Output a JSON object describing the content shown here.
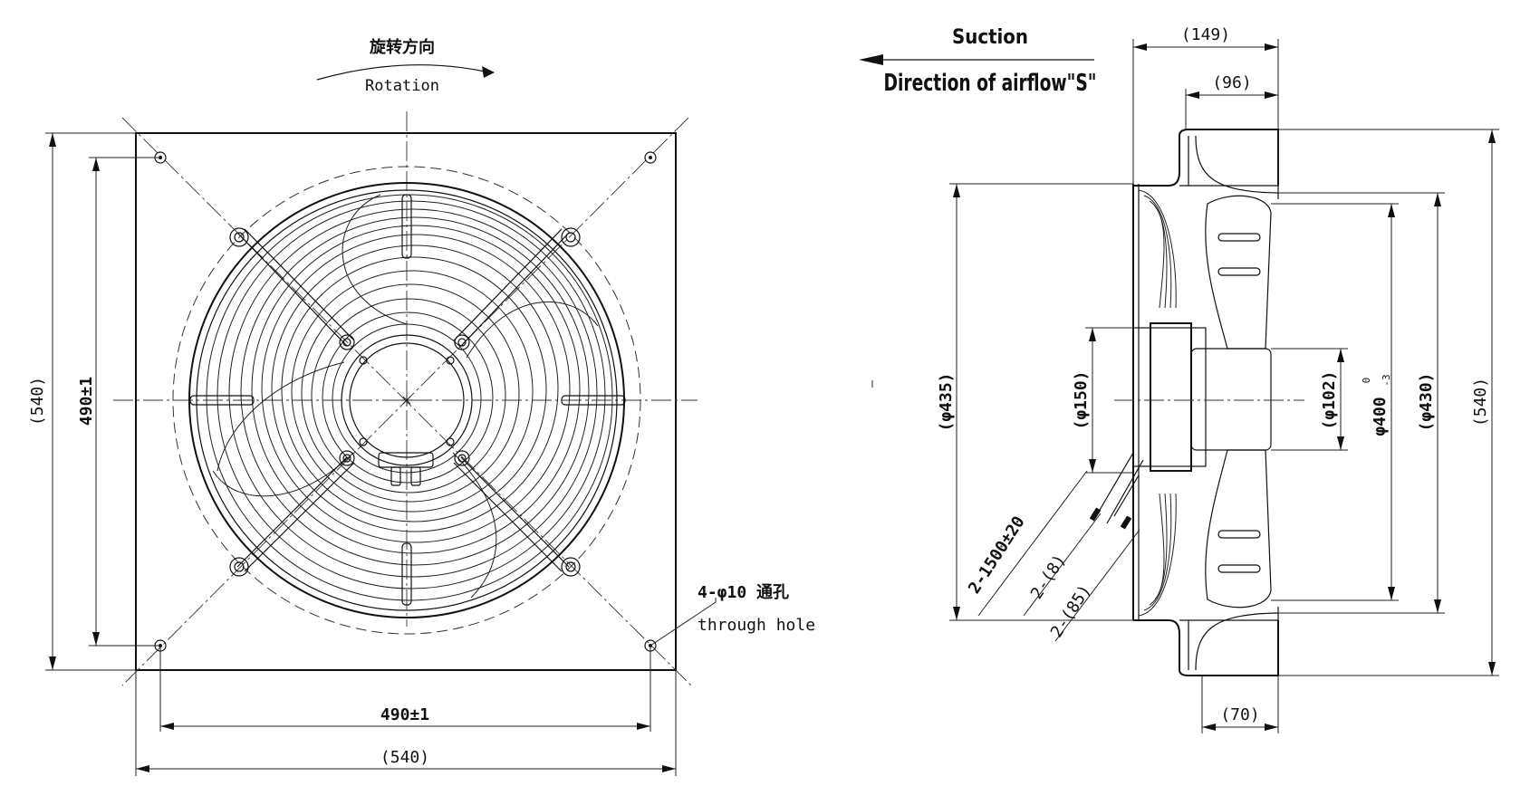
{
  "labels": {
    "rotation_cn": "旋转方向",
    "rotation_en": "Rotation",
    "suction": "Suction",
    "airflow": "Direction of airflow\"S\"",
    "hole_cn": "4-φ10 通孔",
    "hole_en": "through hole"
  },
  "front_view": {
    "dim_height_overall": "(540)",
    "dim_height_holes": "490±1",
    "dim_width_holes": "490±1",
    "dim_width_overall": "(540)"
  },
  "side_view": {
    "dim_149": "(149)",
    "dim_96": "(96)",
    "dim_70": "(70)",
    "dim_435": "(φ435)",
    "dim_150": "(φ150)",
    "dim_102": "(φ102)",
    "dim_400": "φ400",
    "dim_400_tol_upper": "0",
    "dim_400_tol_lower": "-3",
    "dim_430": "(φ430)",
    "dim_540": "(540)",
    "cable_length": "2-1500±20",
    "cable_8": "2-(8)",
    "cable_85": "2-(85)"
  }
}
